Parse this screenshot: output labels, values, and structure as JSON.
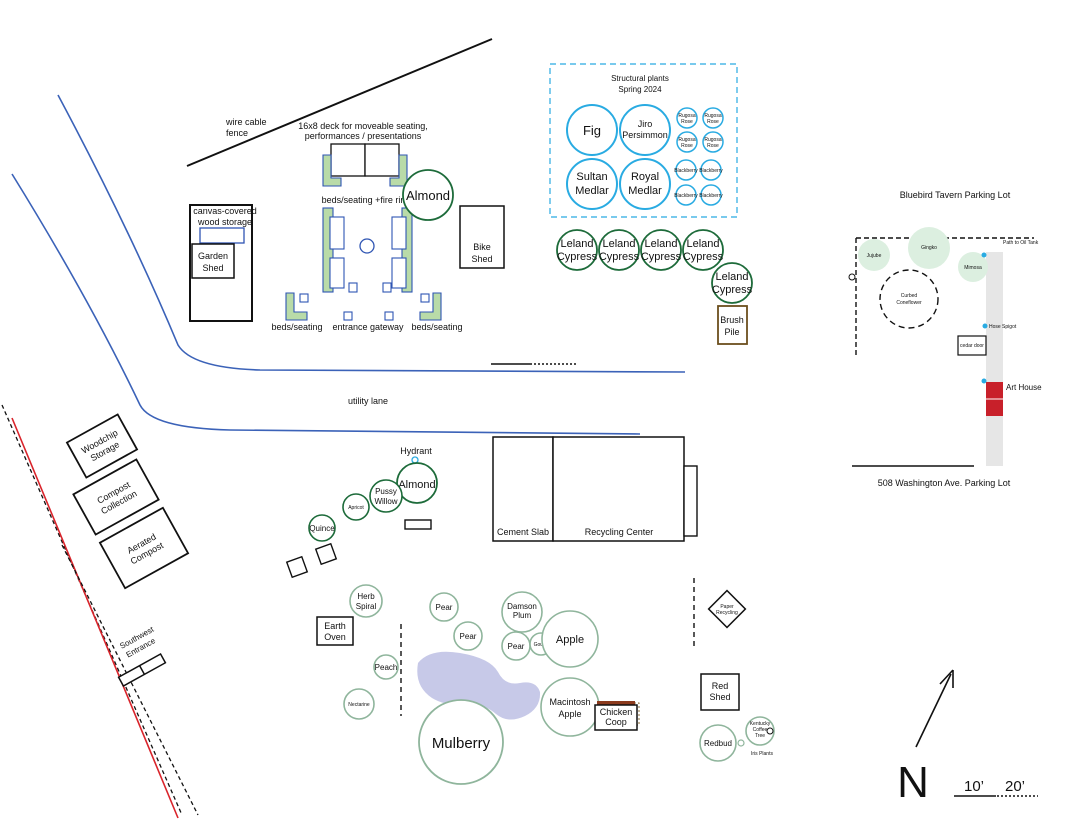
{
  "labels": {
    "wire_fence": [
      "wire cable",
      "fence"
    ],
    "deck": [
      "16x8 deck for moveable seating,",
      "performances / presentations"
    ],
    "beds_fire": "beds/seating +fire ring",
    "beds_left": "beds/seating",
    "beds_right": "beds/seating",
    "entrance_gateway": "entrance gateway",
    "wood_storage": [
      "canvas-covered",
      "wood storage"
    ],
    "garden_shed": [
      "Garden",
      "Shed"
    ],
    "bike_shed": [
      "Bike",
      "Shed"
    ],
    "utility_lane": "utility lane",
    "hydrant": "Hydrant",
    "woodchip": [
      "Woodchip",
      "Storage"
    ],
    "compost_collection": [
      "Compost",
      "Collection"
    ],
    "aerated_compost": [
      "Aerated",
      "Compost"
    ],
    "southwest_entrance": [
      "Southwest",
      "Entrance"
    ],
    "cement_slab": "Cement Slab",
    "recycling_center": "Recycling Center",
    "earth_oven": [
      "Earth",
      "Oven"
    ],
    "paper_recycling": [
      "Paper",
      "Recycling"
    ],
    "red_shed": [
      "Red",
      "Shed"
    ],
    "chicken_coop": [
      "Chicken",
      "Coop"
    ],
    "brush_pile": [
      "Brush",
      "Pile"
    ],
    "north": "N",
    "scale_10": "10’",
    "scale_20": "20’"
  },
  "structural": {
    "title": [
      "Structural plants",
      "Spring 2024"
    ],
    "fig": "Fig",
    "jiro": [
      "Jiro",
      "Persimmon"
    ],
    "sultan": [
      "Sultan",
      "Medlar"
    ],
    "royal": [
      "Royal",
      "Medlar"
    ],
    "rugosa": [
      "Rugosa",
      "Rose"
    ],
    "blackberry": "Blackberry"
  },
  "leland": [
    "Leland",
    "Cypress"
  ],
  "trees": {
    "almond": "Almond",
    "pussy_willow": [
      "Pussy",
      "Willow"
    ],
    "apricot": "Apricot",
    "quince": "Quince",
    "herb_spiral": [
      "Herb",
      "Spiral"
    ],
    "pear": "Pear",
    "damson": [
      "Damson",
      "Plum"
    ],
    "goumi": "Goumi",
    "apple": "Apple",
    "peach": "Peach",
    "nectarine": "Nectarine",
    "mulberry": "Mulberry",
    "macintosh": [
      "Macintosh",
      "Apple"
    ],
    "redbud": "Redbud",
    "kentucky": [
      "Kentucky",
      "Coffee",
      "Tree"
    ],
    "iris": "Iris Plants"
  },
  "inset": {
    "title": "Bluebird Tavern Parking Lot",
    "path_oil": "Path to Oil Tank",
    "jujube": "Jujube",
    "gingko": "Gingko",
    "mimosa": "Mimosa",
    "coneflower": [
      "Curbed",
      "Coneflower"
    ],
    "hose": "Hose Spigot",
    "cedar": "cedar door",
    "art_house": "Art House",
    "parking": "508 Washington Ave. Parking Lot"
  },
  "colors": {
    "tree_dark": "#1d6b3a",
    "tree_light": "#8fb59c",
    "structural_blue": "#29abe2",
    "bed_blue": "#2f55b3",
    "bed_green": "#b9dba8",
    "road_blue": "#3b62b8",
    "red_line": "#d9242b",
    "pond": "#c7c9e8",
    "light_green": "#dcefe0"
  }
}
